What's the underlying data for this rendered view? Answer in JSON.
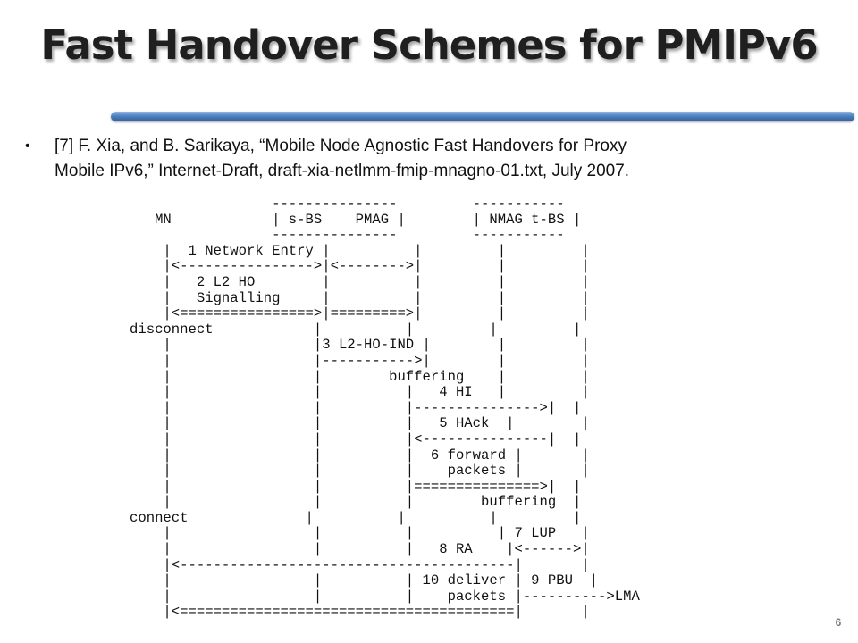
{
  "slide": {
    "title": "Fast Handover Schemes for PMIPv6",
    "page_number": "6"
  },
  "reference": {
    "bullet": "•",
    "line1": "[7]  F. Xia, and B. Sarikaya, “Mobile  Node Agnostic Fast Handovers for Proxy",
    "line2": "Mobile IPv6,”  Internet-Draft,  draft-xia-netlmm-fmip-mnagno-01.txt, July 2007."
  },
  "diagram": {
    "lines": [
      "                 ---------------         -----------",
      "   MN            | s-BS    PMAG |        | NMAG t-BS |",
      "                 ---------------         -----------",
      "    |  1 Network Entry |          |         |         |",
      "    |<---------------->|<-------->|         |         |",
      "    |   2 L2 HO        |          |         |         |",
      "    |   Signalling     |          |         |         |",
      "    |<================>|=========>|         |         |",
      "disconnect            |          |         |         |",
      "    |                 |3 L2-HO-IND |        |         |",
      "    |                 |----------->|        |         |",
      "    |                 |        buffering    |         |",
      "    |                 |          |   4 HI   |         |",
      "    |                 |          |--------------->|  |",
      "    |                 |          |   5 HAck  |        |",
      "    |                 |          |<---------------|  |",
      "    |                 |          |  6 forward |       |",
      "    |                 |          |    packets |       |",
      "    |                 |          |===============>|  |",
      "    |                 |          |        buffering  |",
      "connect              |          |          |         |",
      "    |                 |          |          | 7 LUP   |",
      "    |                 |          |   8 RA    |<------>|",
      "    |<----------------------------------------|       |",
      "    |                 |          | 10 deliver | 9 PBU  |",
      "    |                 |          |    packets |---------->LMA",
      "    |<========================================|       |"
    ]
  }
}
